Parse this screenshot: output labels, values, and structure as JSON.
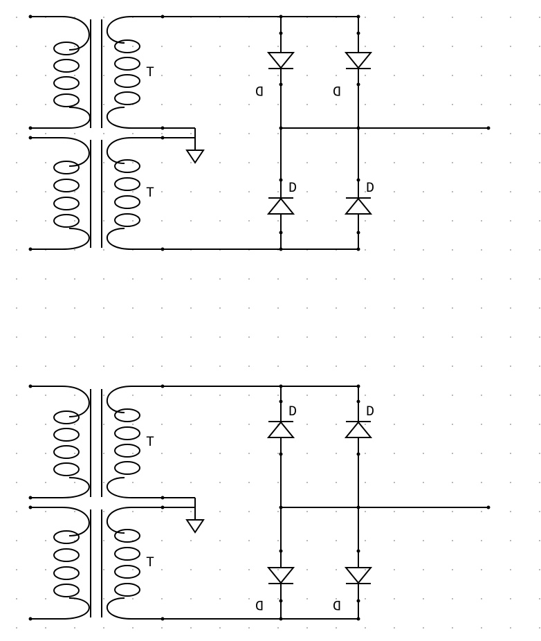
{
  "canvas": {
    "background": "#ffffff",
    "grid_dot_color": "#b8b8b8",
    "line_color": "#000000"
  },
  "circuits": [
    {
      "name": "upper",
      "transformer_labels": [
        "T",
        "T"
      ],
      "diode_labels": [
        "D",
        "D",
        "D",
        "D"
      ],
      "diode_direction_top": "down",
      "diode_direction_bottom": "up"
    },
    {
      "name": "lower",
      "transformer_labels": [
        "T",
        "T"
      ],
      "diode_labels": [
        "D",
        "D",
        "D",
        "D"
      ],
      "diode_direction_top": "up",
      "diode_direction_bottom": "down"
    }
  ]
}
